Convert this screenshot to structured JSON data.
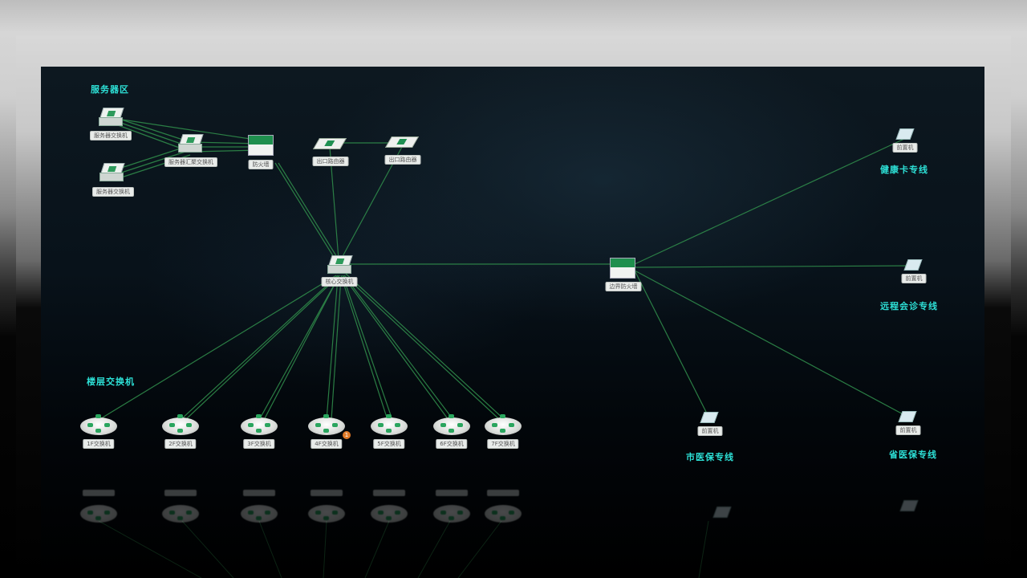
{
  "colors": {
    "accent_cyan": "#2de0d6",
    "link_green": "#2f8a4a",
    "alert_orange": "#e07a28"
  },
  "groups": {
    "server_zone": "服务器区",
    "floor_switches": "楼层交换机",
    "health_card_line": "健康卡专线",
    "remote_consult_line": "远程会诊专线",
    "city_insurance_line": "市医保专线",
    "province_insurance_line": "省医保专线"
  },
  "devices": {
    "srv_sw1": {
      "icon": "switch-icon",
      "label": "服务器交换机"
    },
    "srv_sw2": {
      "icon": "switch-icon",
      "label": "服务器交换机"
    },
    "srv_agg": {
      "icon": "switch-icon",
      "label": "服务器汇聚交换机"
    },
    "firewall_top": {
      "icon": "firewall-icon",
      "label": "防火墙"
    },
    "flat1": {
      "icon": "router-icon",
      "label": "出口路由器"
    },
    "flat2": {
      "icon": "router-icon",
      "label": "出口路由器"
    },
    "core": {
      "icon": "core-switch-icon",
      "label": "核心交换机"
    },
    "edge_fw": {
      "icon": "firewall-icon",
      "label": "边界防火墙"
    },
    "ext_health": {
      "icon": "terminal-icon",
      "label": "前置机"
    },
    "ext_remote": {
      "icon": "terminal-icon",
      "label": "前置机"
    },
    "ext_city": {
      "icon": "terminal-icon",
      "label": "前置机"
    },
    "ext_prov": {
      "icon": "terminal-icon",
      "label": "前置机"
    }
  },
  "floor_switches": [
    {
      "label": "1F交换机",
      "alert": false
    },
    {
      "label": "2F交换机",
      "alert": false
    },
    {
      "label": "3F交换机",
      "alert": false
    },
    {
      "label": "4F交换机",
      "alert": true,
      "alert_count": "1"
    },
    {
      "label": "5F交换机",
      "alert": false
    },
    {
      "label": "6F交换机",
      "alert": false
    },
    {
      "label": "7F交换机",
      "alert": false
    }
  ]
}
